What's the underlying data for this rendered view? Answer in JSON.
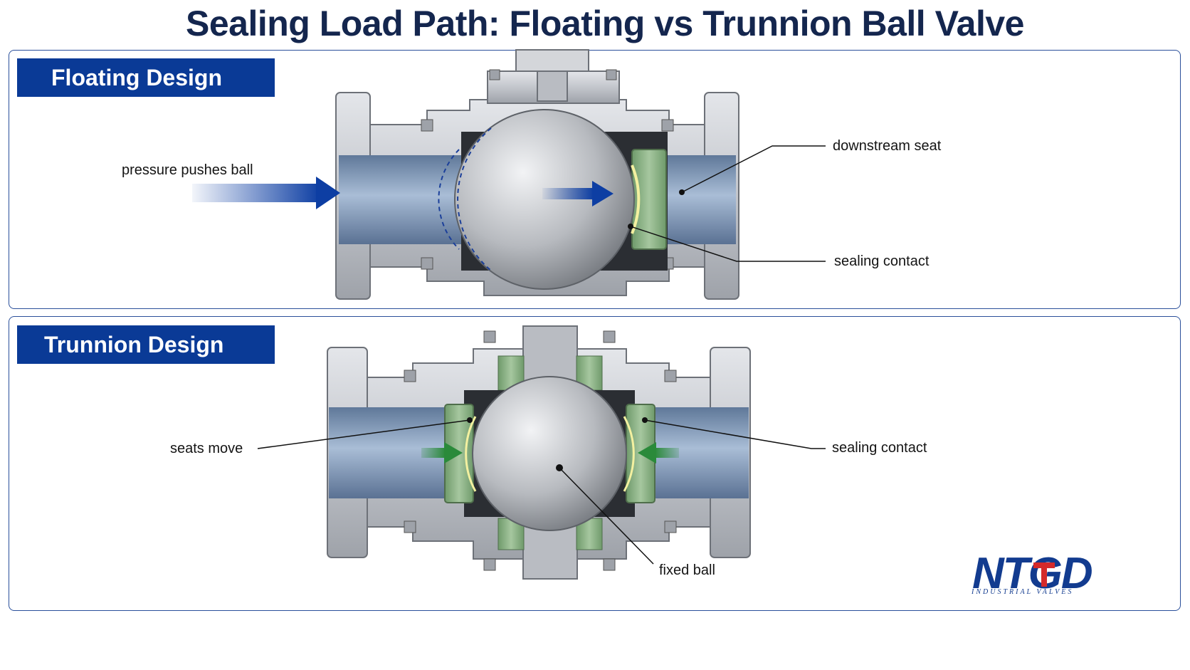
{
  "title": "Sealing Load Path: Floating vs Trunnion Ball Valve",
  "floating": {
    "badge": "Floating Design",
    "labels": {
      "pressure": "pressure pushes ball",
      "downstream_seat": "downstream seat",
      "sealing_contact": "sealing contact"
    }
  },
  "trunnion": {
    "badge": "Trunnion Design",
    "labels": {
      "seats_move": "seats move",
      "sealing_contact": "sealing contact",
      "fixed_ball": "fixed ball"
    }
  },
  "brand": {
    "logo": "NTGD",
    "subtitle": "INDUSTRIAL VALVES"
  },
  "colors": {
    "title": "#14264e",
    "badge": "#0a3a96",
    "panel_border": "#2a4f9a",
    "flow_arrow": "#0d3ea3",
    "seat_arrow": "#2a8a3a",
    "seat": "#8fb58a",
    "body_steel": "#c9ccd1",
    "bore": "#8fa7c4"
  }
}
